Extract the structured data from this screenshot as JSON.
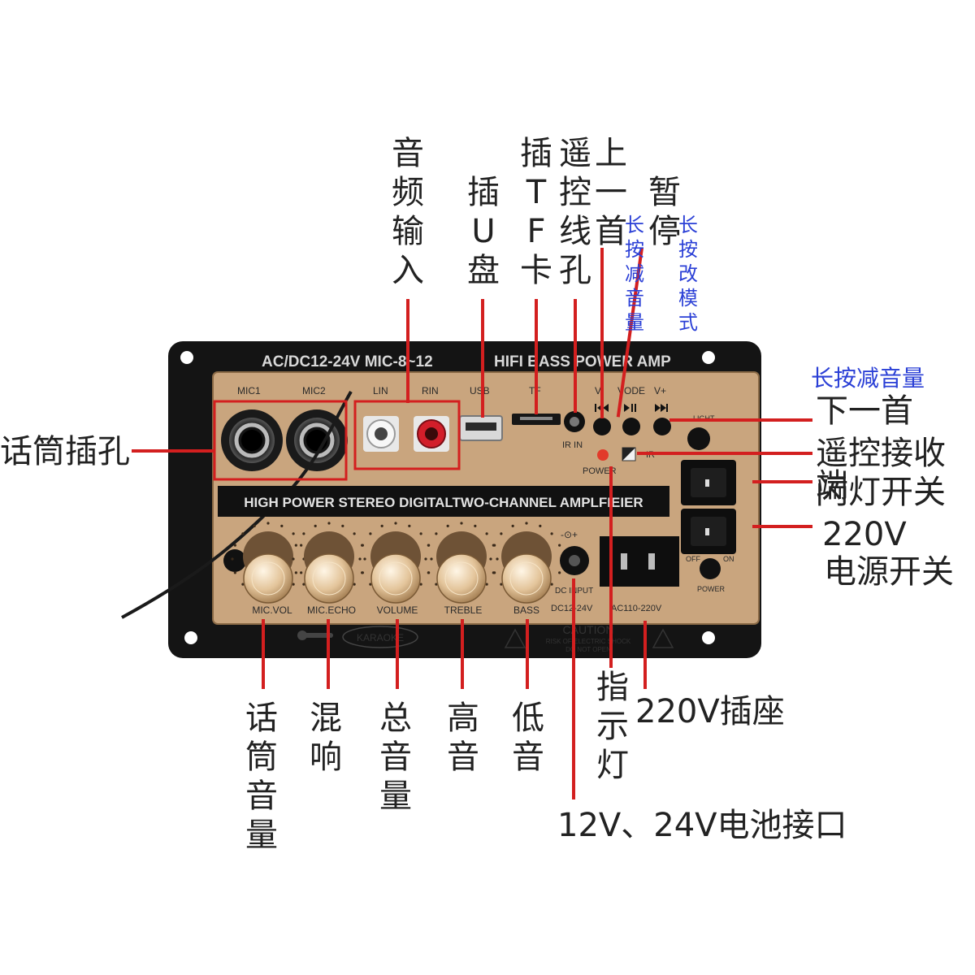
{
  "board": {
    "header_left": "AC/DC12-24V MIC-8~12",
    "header_right": "HIFI BASS POWER AMP",
    "banner": "HIGH POWER STEREO DIGITALTWO-CHANNEL AMPLFIEIER",
    "jack_labels": [
      "MIC1",
      "MIC2",
      "LIN",
      "RIN",
      "USB",
      "TF",
      "IR IN"
    ],
    "button_labels": [
      "V-",
      "VODE",
      "V+",
      "LIGHT",
      "POWER",
      "IR",
      "OFF",
      "ON",
      "POWER"
    ],
    "button_icons": [
      "prev-icon",
      "play-pause-icon",
      "next-icon"
    ],
    "knob_labels": [
      "MIC.VOL",
      "MIC.ECHO",
      "VOLUME",
      "TREBLE",
      "BASS"
    ],
    "dc_label": "DC INPUT",
    "dc_voltage": "DC12-24V",
    "ac_voltage": "AC110-220V",
    "karaoke": "KARAOKE",
    "caution": "CAUTION",
    "caution_line1": "RISK OF ELECTRIC SHOCK",
    "caution_line2": "DO NOT OPEN",
    "colors": {
      "panel": "#c9a57e",
      "frame": "#141414",
      "callout": "#d31f1f",
      "blue_note": "#2a3fd6"
    }
  },
  "callouts": {
    "audio_input": "音频输入",
    "usb_disk": "插U盘",
    "tf_card": "插TF卡",
    "remote_jack": "遥控线孔",
    "prev_track": "上一首",
    "prev_note": "长按减音量",
    "pause": "暂停",
    "pause_note": "长按改模式",
    "next_note": "长按减音量",
    "next_track": "下一首",
    "ir_receiver": "遥控接收端",
    "flash_switch": "闪灯开关",
    "power_switch_line1": "220V",
    "power_switch_line2": "电源开关",
    "mic_jack": "话筒插孔",
    "mic_volume": "话筒音量",
    "echo": "混响",
    "master_volume": "总音量",
    "treble": "高音",
    "bass": "低音",
    "indicator": "指示灯",
    "ac_socket": "220V插座",
    "battery_port": "12V、24V电池接口"
  }
}
